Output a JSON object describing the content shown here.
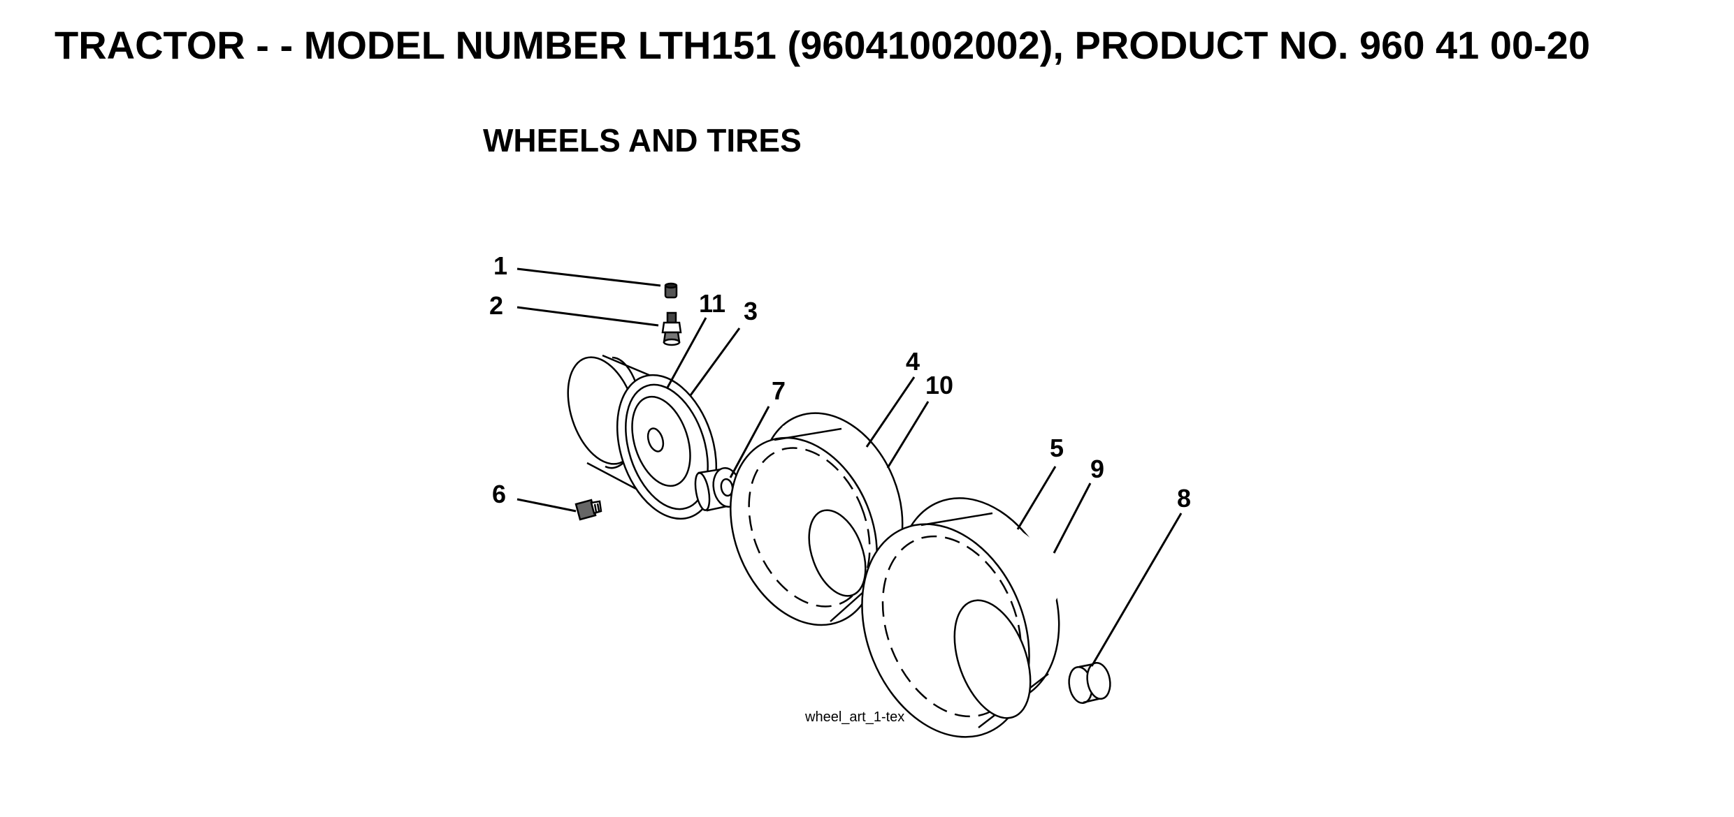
{
  "header": {
    "title": "TRACTOR - - MODEL NUMBER LTH151 (96041002002), PRODUCT NO. 960 41 00-20"
  },
  "section": {
    "title": "WHEELS AND TIRES"
  },
  "diagram": {
    "art_label": "wheel_art_1-tex",
    "callouts": {
      "c1": "1",
      "c2": "2",
      "c3": "3",
      "c4": "4",
      "c5": "5",
      "c6": "6",
      "c7": "7",
      "c8": "8",
      "c9": "9",
      "c10": "10",
      "c11": "11"
    }
  }
}
